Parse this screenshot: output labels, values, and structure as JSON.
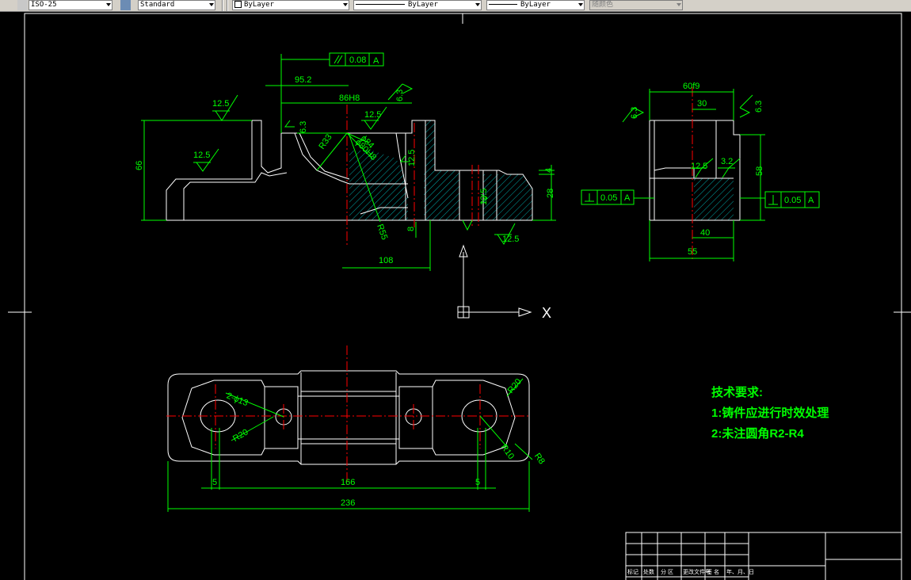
{
  "toolbar": {
    "dimstyle": "ISO-25",
    "textstyle": "Standard",
    "layer": "ByLayer",
    "linetype": "ByLayer",
    "lineweight": "ByLayer",
    "plotstyle": "随颜色"
  },
  "front_view": {
    "parallel_tol": "0.08",
    "datum": "A",
    "dim_95": "95.2",
    "dim_86": "86H8",
    "dim_66": "66",
    "dim_28": "28",
    "dim_4": "4",
    "dim_8": "8",
    "dim_108": "108",
    "r33": "R33",
    "r55": "R55",
    "phi84": "ϕ84",
    "phi80": "ϕ80H8",
    "rough_125": "12.5",
    "rough_63": "6.3"
  },
  "side_view": {
    "dim_60": "60f9",
    "dim_30": "30",
    "dim_58": "58",
    "dim_40": "40",
    "dim_55": "55",
    "rough_32": "3.2",
    "rough_125": "12.5",
    "rough_63": "6.3",
    "perp_tol": "0.05",
    "datum": "A"
  },
  "top_view": {
    "holes": "2-ϕ13",
    "r20": "R20",
    "r10": "R10",
    "r8": "R8",
    "dim_5": "5",
    "dim_166": "166",
    "dim_236": "236"
  },
  "ucs": {
    "x_label": "X"
  },
  "notes": {
    "title": "技术要求:",
    "line1": "1:铸件应进行时效处理",
    "line2": "2:未注圆角R2-R4"
  },
  "title_block": {
    "h1": "标记",
    "h2": "处数",
    "h3": "分 区",
    "h4": "更改文件号",
    "h5": "签 名",
    "h6": "年、月、日"
  },
  "colors": {
    "background": "#000000",
    "geometry": "#ffffff",
    "dimension": "#00ff00",
    "centerline": "#ff0000",
    "hatch": "#00aaaa",
    "note": "#00ff00"
  }
}
